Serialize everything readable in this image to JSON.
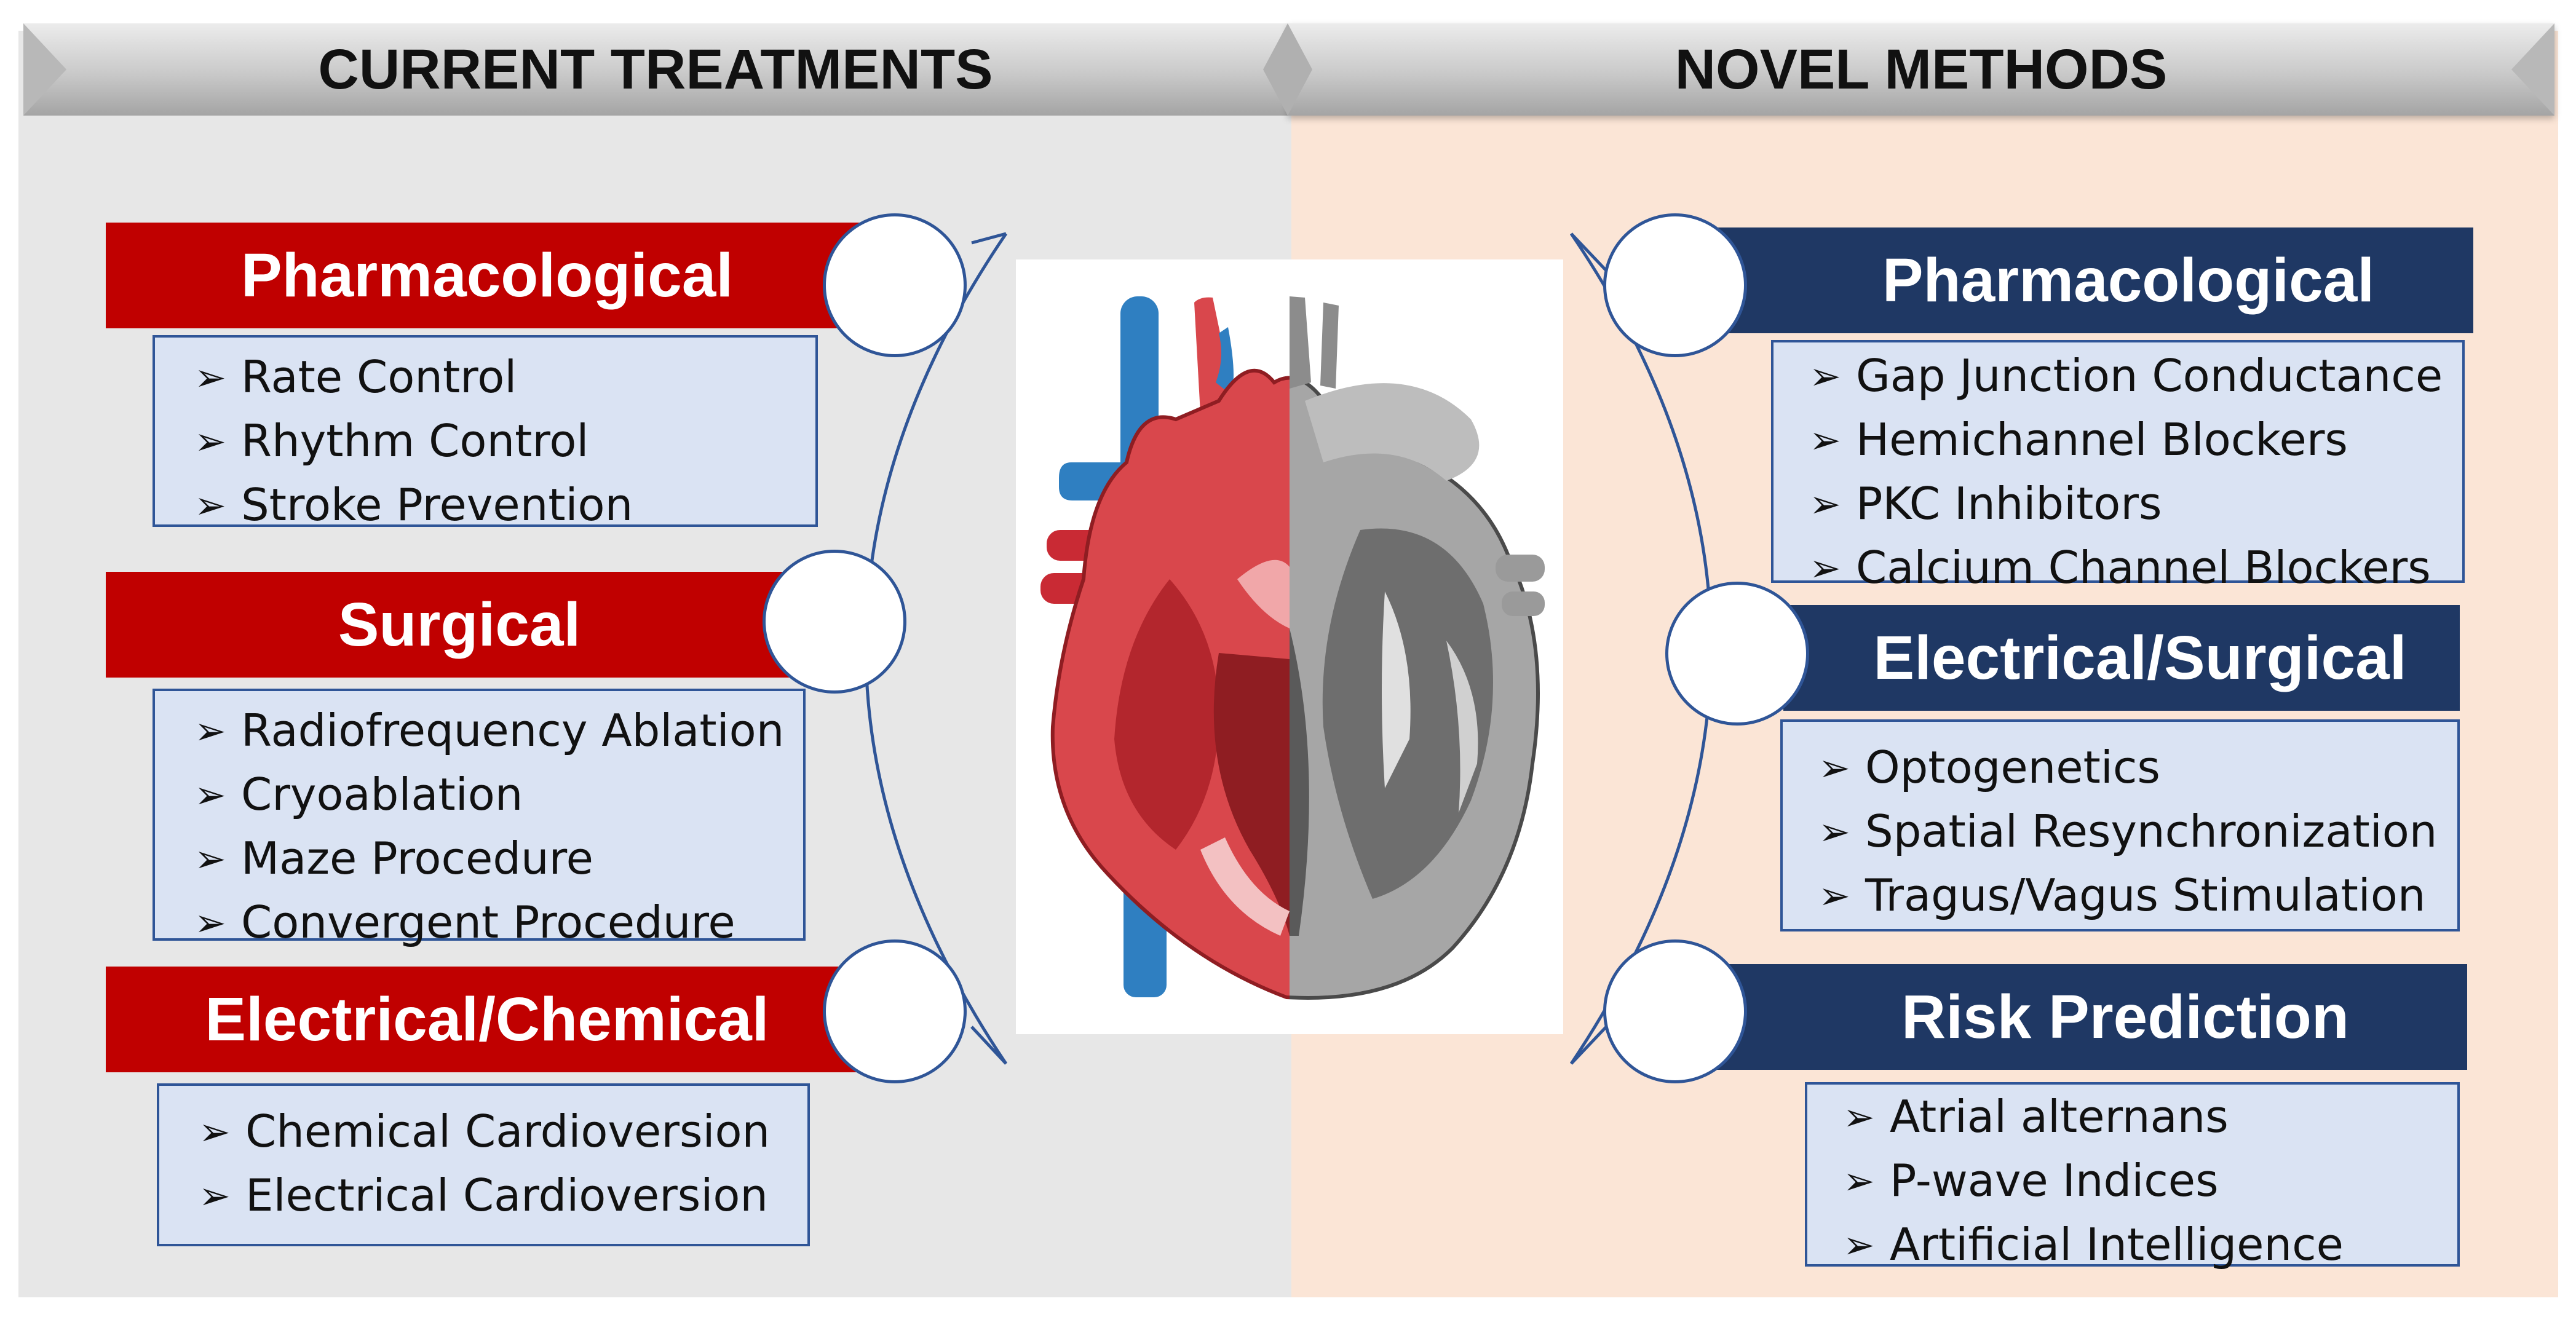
{
  "headers": {
    "left": "CURRENT TREATMENTS",
    "right": "NOVEL METHODS"
  },
  "current": {
    "pharmacological": {
      "title": "Pharmacological",
      "items": [
        "Rate Control",
        "Rhythm Control",
        "Stroke Prevention"
      ]
    },
    "surgical": {
      "title": "Surgical",
      "items": [
        "Radiofrequency Ablation",
        "Cryoablation",
        "Maze Procedure",
        "Convergent Procedure"
      ]
    },
    "electrical_chemical": {
      "title": "Electrical/Chemical",
      "items": [
        "Chemical Cardioversion",
        "Electrical Cardioversion"
      ]
    }
  },
  "novel": {
    "pharmacological": {
      "title": "Pharmacological",
      "items": [
        "Gap Junction Conductance",
        "Hemichannel Blockers",
        "PKC Inhibitors",
        "Calcium Channel Blockers"
      ]
    },
    "electrical_surgical": {
      "title": "Electrical/Surgical",
      "items": [
        "Optogenetics",
        "Spatial Resynchronization",
        "Tragus/Vagus Stimulation"
      ]
    },
    "risk_prediction": {
      "title": "Risk Prediction",
      "items": [
        "Atrial alternans",
        "P-wave Indices",
        "Artificial Intelligence"
      ]
    }
  },
  "colors": {
    "current_category": "#c00000",
    "novel_category": "#1f3864",
    "item_box_fill": "#dae3f3",
    "item_box_border": "#2f5597",
    "left_panel": "#e7e7e7",
    "right_panel": "#fbe5d6"
  },
  "icons": {
    "bullet": "arrowhead-bullet-icon",
    "center": "heart-anatomy-icon"
  }
}
